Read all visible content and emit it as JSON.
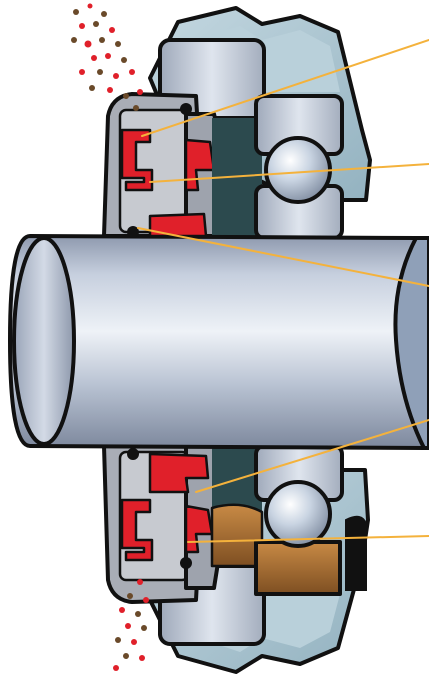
{
  "colors": {
    "housing": "#a6c3cf",
    "housing_light": "#cbdde5",
    "shaft": "#b4bfd2",
    "shaft_end": "#cfd6e3",
    "ring": "#b7c1d1",
    "seal_body": "#a9adb6",
    "seal_inner": "#c7cad0",
    "seal_red": "#e0202a",
    "bearing_bg": "#2c4a4e",
    "grease": "#b0773a",
    "grease_dark": "#7c4d1c",
    "ball": "#c9d4e2",
    "leader": "#f4b23c",
    "outline": "#111111",
    "dirt_red": "#e0202a",
    "dirt_brown": "#6a4a2a"
  },
  "callouts": [
    {
      "id": "callout-1",
      "name": "callout-leader-labyrinth"
    },
    {
      "id": "callout-2",
      "name": "callout-leader-red-seal-lip"
    },
    {
      "id": "callout-3",
      "name": "callout-leader-o-ring-shaft"
    },
    {
      "id": "callout-4",
      "name": "callout-leader-red-inner-lip"
    },
    {
      "id": "callout-5",
      "name": "callout-leader-rotor-grey"
    }
  ]
}
